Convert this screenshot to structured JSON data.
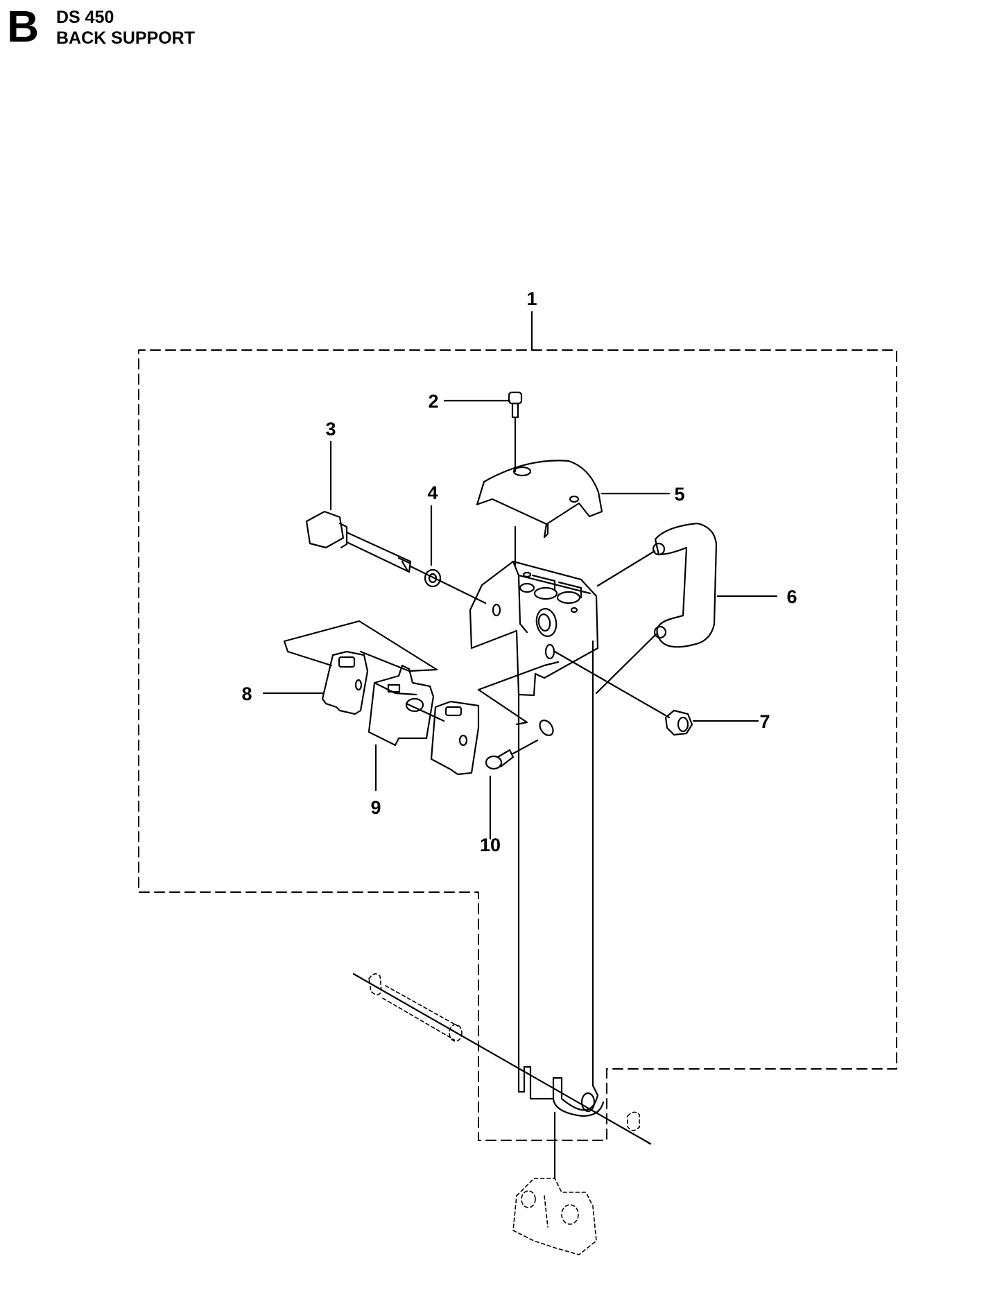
{
  "header": {
    "section_letter": "B",
    "model": "DS 450",
    "title": "BACK SUPPORT"
  },
  "diagram": {
    "callouts": [
      {
        "number": "1"
      },
      {
        "number": "2"
      },
      {
        "number": "3"
      },
      {
        "number": "4"
      },
      {
        "number": "5"
      },
      {
        "number": "6"
      },
      {
        "number": "7"
      },
      {
        "number": "8"
      },
      {
        "number": "9"
      },
      {
        "number": "10"
      }
    ]
  }
}
